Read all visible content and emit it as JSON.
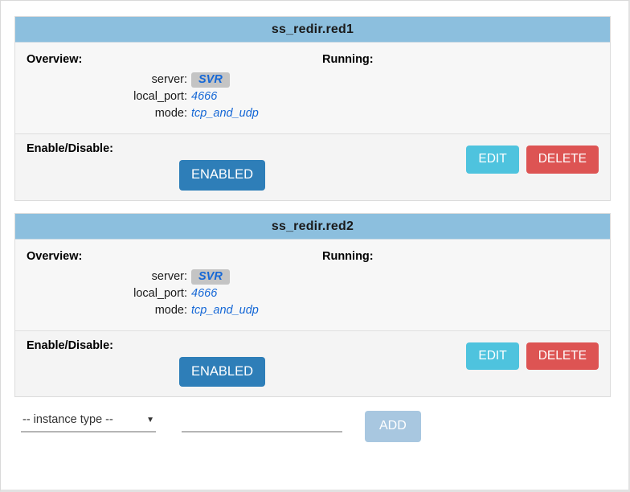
{
  "overview_label": "Overview:",
  "running_label": "Running:",
  "enable_label": "Enable/Disable:",
  "buttons": {
    "enabled": "ENABLED",
    "edit": "EDIT",
    "delete": "DELETE",
    "add": "ADD"
  },
  "colors": {
    "panel_header": "#8CBFDE",
    "enabled_button": "#2E7EB8",
    "edit_button": "#4EC3DE",
    "delete_button": "#DD5453",
    "add_button": "#A8C7E0",
    "value_text": "#1668D6",
    "chip_background": "#C4C4C4"
  },
  "instances": [
    {
      "title": "ss_redir.red1",
      "fields": [
        {
          "key": "server:",
          "value": "SVR",
          "highlighted": true
        },
        {
          "key": "local_port:",
          "value": "4666",
          "highlighted": false
        },
        {
          "key": "mode:",
          "value": "tcp_and_udp",
          "highlighted": false
        }
      ],
      "running": "",
      "state": "ENABLED"
    },
    {
      "title": "ss_redir.red2",
      "fields": [
        {
          "key": "server:",
          "value": "SVR",
          "highlighted": true
        },
        {
          "key": "local_port:",
          "value": "4666",
          "highlighted": false
        },
        {
          "key": "mode:",
          "value": "tcp_and_udp",
          "highlighted": false
        }
      ],
      "running": "",
      "state": "ENABLED"
    }
  ],
  "add_form": {
    "instance_type_selected": "-- instance type --",
    "caret": "▼",
    "name_value": "",
    "name_placeholder": ""
  }
}
